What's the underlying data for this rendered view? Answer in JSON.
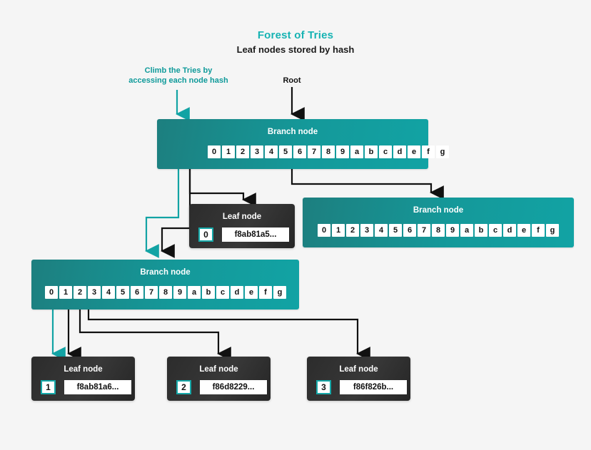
{
  "page": {
    "background": "#f5f5f5",
    "accent_teal": "#17b3b3",
    "dark_node": "#2e2e2e"
  },
  "header": {
    "title": "Forest of Tries",
    "subtitle": "Leaf nodes stored by hash"
  },
  "annotations": [
    {
      "id": "climb",
      "line1": "Climb the Tries by",
      "line2": "accessing each node hash",
      "color": "#0f9a9a"
    },
    {
      "id": "root",
      "text": "Root",
      "color": "#111111"
    }
  ],
  "node_labels": {
    "branch": "Branch node",
    "leaf": "Leaf node"
  },
  "branch_nodes": [
    {
      "id": "root-branch",
      "label": "Branch node",
      "cells": [
        "0",
        "1",
        "2",
        "3",
        "4",
        "5",
        "6",
        "7",
        "8",
        "9",
        "a",
        "b",
        "c",
        "d",
        "e",
        "f",
        "g"
      ]
    },
    {
      "id": "right-branch",
      "label": "Branch node",
      "cells": [
        "0",
        "1",
        "2",
        "3",
        "4",
        "5",
        "6",
        "7",
        "8",
        "9",
        "a",
        "b",
        "c",
        "d",
        "e",
        "f",
        "g"
      ]
    },
    {
      "id": "left-branch",
      "label": "Branch node",
      "cells": [
        "0",
        "1",
        "2",
        "3",
        "4",
        "5",
        "6",
        "7",
        "8",
        "9",
        "a",
        "b",
        "c",
        "d",
        "e",
        "f",
        "g"
      ]
    }
  ],
  "leaf_nodes": [
    {
      "id": "leaf-0",
      "label": "Leaf node",
      "index": "0",
      "hash": "f8ab81a5..."
    },
    {
      "id": "leaf-1",
      "label": "Leaf node",
      "index": "1",
      "hash": "f8ab81a6..."
    },
    {
      "id": "leaf-2",
      "label": "Leaf node",
      "index": "2",
      "hash": "f86d8229..."
    },
    {
      "id": "leaf-3",
      "label": "Leaf node",
      "index": "3",
      "hash": "f86f826b..."
    }
  ]
}
